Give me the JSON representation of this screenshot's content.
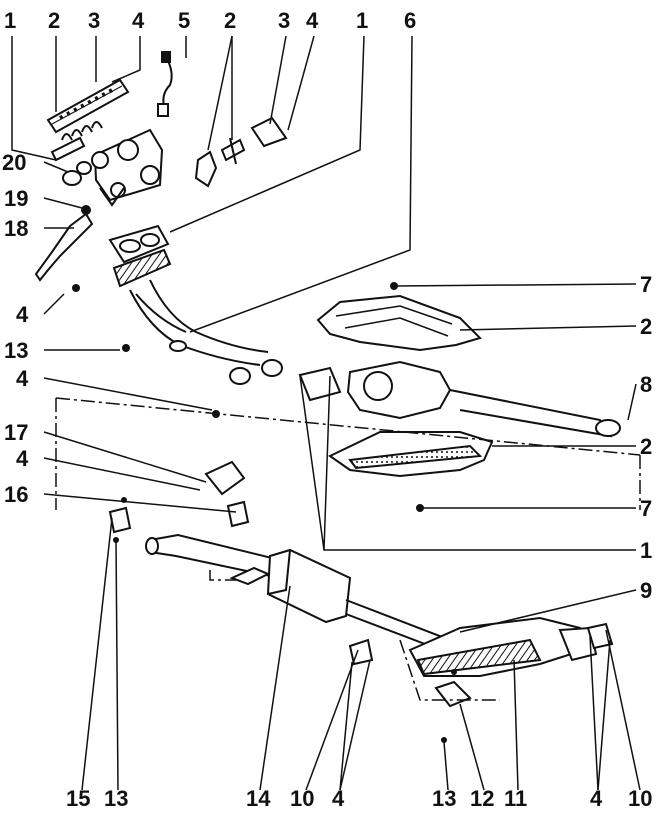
{
  "diagram": {
    "callouts": [
      {
        "id": "c1-tl",
        "label": "1"
      },
      {
        "id": "c2-tl",
        "label": "2"
      },
      {
        "id": "c3-tl",
        "label": "3"
      },
      {
        "id": "c4-tl",
        "label": "4"
      },
      {
        "id": "c5-top",
        "label": "5"
      },
      {
        "id": "c2-top",
        "label": "2"
      },
      {
        "id": "c3-top",
        "label": "3"
      },
      {
        "id": "c4-top",
        "label": "4"
      },
      {
        "id": "c1-top",
        "label": "1"
      },
      {
        "id": "c6-top",
        "label": "6"
      },
      {
        "id": "c20",
        "label": "20"
      },
      {
        "id": "c19",
        "label": "19"
      },
      {
        "id": "c18",
        "label": "18"
      },
      {
        "id": "c4-left",
        "label": "4"
      },
      {
        "id": "c13-left",
        "label": "13"
      },
      {
        "id": "c4-left2",
        "label": "4"
      },
      {
        "id": "c17",
        "label": "17"
      },
      {
        "id": "c4-left3",
        "label": "4"
      },
      {
        "id": "c16",
        "label": "16"
      },
      {
        "id": "c7-right",
        "label": "7"
      },
      {
        "id": "c2-right",
        "label": "2"
      },
      {
        "id": "c8-right",
        "label": "8"
      },
      {
        "id": "c2-right2",
        "label": "2"
      },
      {
        "id": "c7-right2",
        "label": "7"
      },
      {
        "id": "c1-right",
        "label": "1"
      },
      {
        "id": "c9-right",
        "label": "9"
      },
      {
        "id": "c15-bot",
        "label": "15"
      },
      {
        "id": "c13-bot",
        "label": "13"
      },
      {
        "id": "c14-bot",
        "label": "14"
      },
      {
        "id": "c10-bot",
        "label": "10"
      },
      {
        "id": "c4-bot",
        "label": "4"
      },
      {
        "id": "c13-bot2",
        "label": "13"
      },
      {
        "id": "c12-bot",
        "label": "12"
      },
      {
        "id": "c11-bot",
        "label": "11"
      },
      {
        "id": "c4-bot2",
        "label": "4"
      },
      {
        "id": "c10-bot2",
        "label": "10"
      }
    ]
  }
}
